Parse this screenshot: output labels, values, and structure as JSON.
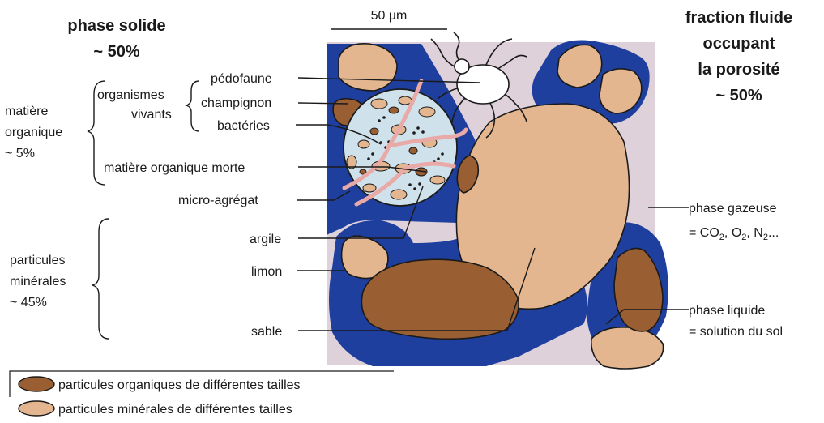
{
  "header": {
    "scale_label": "50 µm",
    "solid_title": [
      "phase solide",
      "~ 50%"
    ],
    "fluid_title": [
      "fraction fluide",
      "occupant",
      "la porosité",
      "~ 50%"
    ]
  },
  "groups": {
    "organic_matter": [
      "matière",
      "organique",
      "~ 5%"
    ],
    "living_organisms": [
      "organismes",
      "vivants"
    ],
    "mineral_particles": [
      "particules",
      "minérales",
      "~ 45%"
    ]
  },
  "labels": {
    "pedofaune": "pédofaune",
    "champignon": "champignon",
    "bacteries": "bactéries",
    "dead_matter": "matière organique morte",
    "micro_aggregate": "micro-agrégat",
    "argile": "argile",
    "limon": "limon",
    "sable": "sable"
  },
  "gas_phase": {
    "line1": "phase gazeuse",
    "prefix": "= CO",
    "sub1": "2",
    "sep1": ", O",
    "sub2": "2",
    "sep2": ", N",
    "sub3": "2",
    "suffix": "..."
  },
  "liquid_phase": [
    "phase liquide",
    "= solution du sol"
  ],
  "legend": {
    "organic": "particules organiques de différentes tailles",
    "mineral": "particules minérales de différentes tailles"
  },
  "colors": {
    "pore_background": "#ded1da",
    "water": "#1f3f9f",
    "mineral": "#e3b68f",
    "organic": "#9a5e33",
    "aggregate": "#cfe2ec",
    "fungus": "#e9a9a7",
    "outline": "#1a1a1a"
  }
}
